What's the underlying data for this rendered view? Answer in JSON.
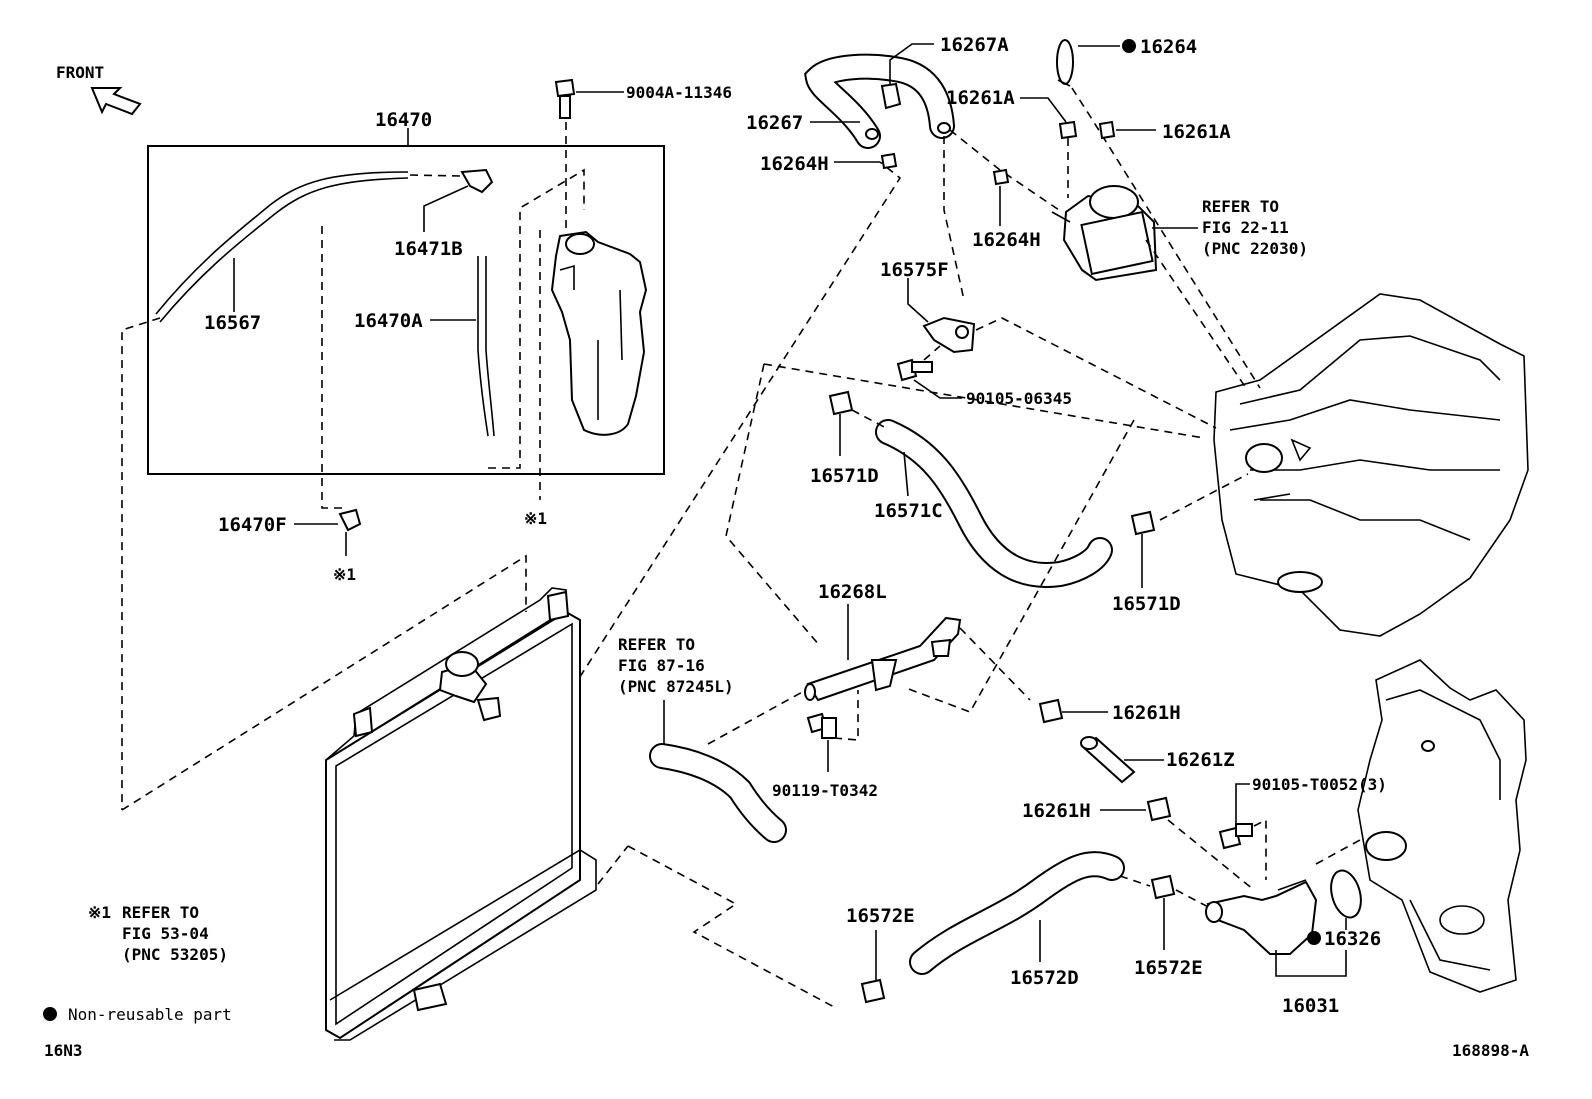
{
  "diagram": {
    "front_label": "FRONT",
    "footer_left": "16N3",
    "footer_right": "168898-A",
    "legend_ref_mark": "※1",
    "legend_ref_lines": [
      "REFER TO",
      "FIG 53-04",
      "(PNC 53205)"
    ],
    "legend_nonreusable": "Non-reusable part",
    "refer_fig_22": [
      "REFER TO",
      "FIG 22-11",
      "(PNC 22030)"
    ],
    "refer_fig_87": [
      "REFER TO",
      "FIG 87-16",
      "(PNC 87245L)"
    ],
    "mark_ref_1": "※1",
    "mark_ref_2": "※1",
    "parts": {
      "p16470": "16470",
      "p9004A": "9004A-11346",
      "p16471B": "16471B",
      "p16567": "16567",
      "p16470A": "16470A",
      "p16470F": "16470F",
      "p16267A": "16267A",
      "p16264": "16264",
      "p16261A_1": "16261A",
      "p16261A_2": "16261A",
      "p16267": "16267",
      "p16264H_1": "16264H",
      "p16264H_2": "16264H",
      "p16575F": "16575F",
      "p90105_06345": "90105-06345",
      "p16571D_1": "16571D",
      "p16571C": "16571C",
      "p16571D_2": "16571D",
      "p16268L": "16268L",
      "p16261H_1": "16261H",
      "p16261Z": "16261Z",
      "p16261H_2": "16261H",
      "p90105_T0052": "90105-T0052(3)",
      "p90119_T0342": "90119-T0342",
      "p16572E_1": "16572E",
      "p16572D": "16572D",
      "p16572E_2": "16572E",
      "p16326": "16326",
      "p16031": "16031"
    }
  }
}
